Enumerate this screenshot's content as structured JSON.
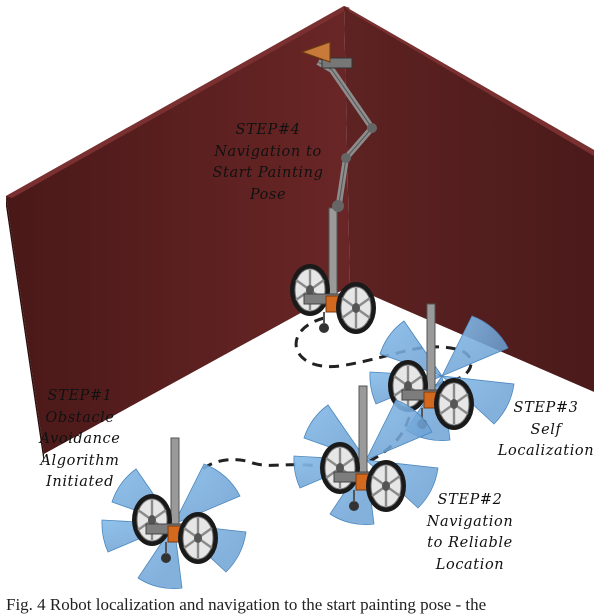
{
  "figure": {
    "wall_color": "#5e2121",
    "sensor_color": "#7fb2e0",
    "body_color": "#d2691e",
    "steps": [
      {
        "id": "step4",
        "lines": [
          "STEP#4",
          "Navigation to",
          "Start Painting",
          "Pose"
        ]
      },
      {
        "id": "step1",
        "lines": [
          "STEP#1",
          "Obstacle",
          "Avoidance",
          "Algorithm",
          "Initiated"
        ]
      },
      {
        "id": "step3",
        "lines": [
          "STEP#3",
          "Self",
          "Localization"
        ]
      },
      {
        "id": "step2",
        "lines": [
          "STEP#2",
          "Navigation",
          "to Reliable",
          "Location"
        ]
      }
    ],
    "caption": "Fig. 4 Robot localization and navigation to the start painting pose - the"
  }
}
